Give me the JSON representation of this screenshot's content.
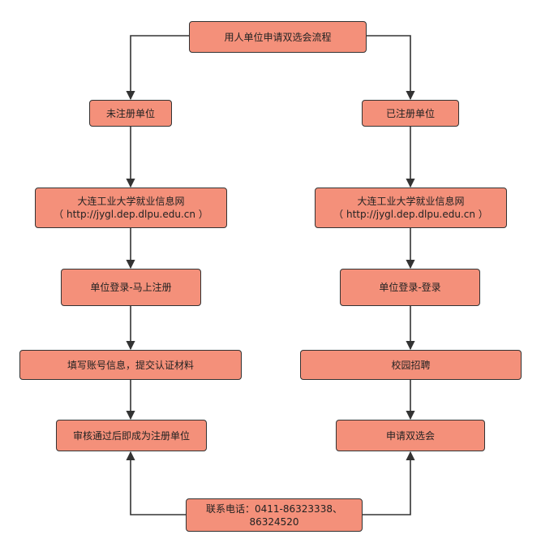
{
  "diagram": {
    "colors": {
      "node_fill": "#f4907a",
      "node_border": "#333333",
      "arrow": "#333333",
      "background": "#ffffff"
    },
    "nodes": {
      "start": {
        "text": "用人单位申请双选会流程"
      },
      "left_unregistered": {
        "text": "未注册单位"
      },
      "right_registered": {
        "text": "已注册单位"
      },
      "left_website": {
        "line1": "大连工业大学就业信息网",
        "line2": "（ http://jygl.dep.dlpu.edu.cn ）"
      },
      "right_website": {
        "line1": "大连工业大学就业信息网",
        "line2": "（ http://jygl.dep.dlpu.edu.cn ）"
      },
      "left_login": {
        "text": "单位登录-马上注册"
      },
      "right_login": {
        "text": "单位登录-登录"
      },
      "left_fill_info": {
        "text": "填写账号信息，提交认证材料"
      },
      "right_campus_recruit": {
        "text": "校园招聘"
      },
      "left_review": {
        "text": "审核通过后即成为注册单位"
      },
      "right_apply": {
        "text": "申请双选会"
      },
      "contact": {
        "line1": "联系电话：0411-86323338、",
        "line2": "86324520"
      }
    }
  }
}
